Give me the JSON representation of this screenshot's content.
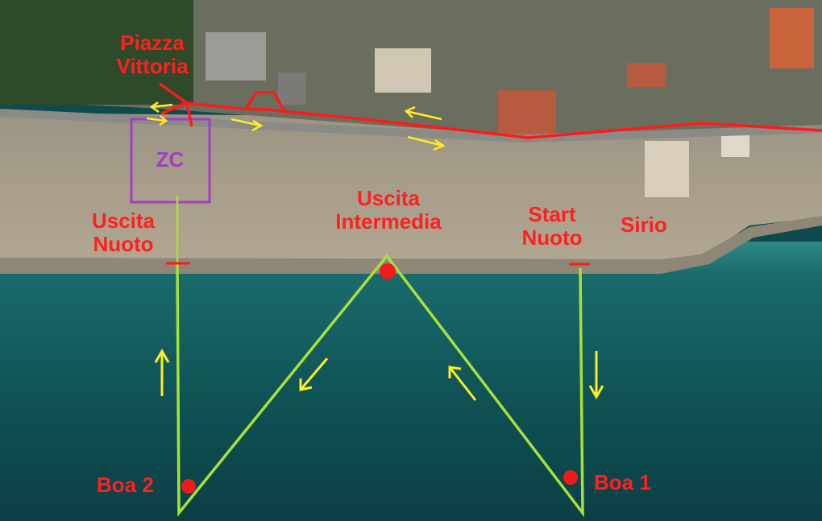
{
  "labels": {
    "piazza_line1": "Piazza",
    "piazza_line2": "Vittoria",
    "zc": "ZC",
    "uscita_nuoto_line1": "Uscita",
    "uscita_nuoto_line2": "Nuoto",
    "uscita_intermedia_line1": "Uscita",
    "uscita_intermedia_line2": "Intermedia",
    "start_nuoto_line1": "Start",
    "start_nuoto_line2": "Nuoto",
    "sirio": "Sirio",
    "boa2": "Boa 2",
    "boa1": "Boa 1"
  },
  "icons": {
    "swim_route": "green-polyline",
    "bike_route": "red-polyline",
    "direction_arrows": "yellow-arrow-icons",
    "buoys": "red-dot-icons",
    "transition_zone": "purple-square-outline"
  },
  "colors": {
    "label_red": "#ff2020",
    "zc_purple": "#a040c0",
    "swim_line": "#a8e03a",
    "bike_line": "#ff1a1a",
    "arrow_yellow": "#ffee22",
    "sea": "#0f4a4e",
    "beach": "#a89e88"
  }
}
